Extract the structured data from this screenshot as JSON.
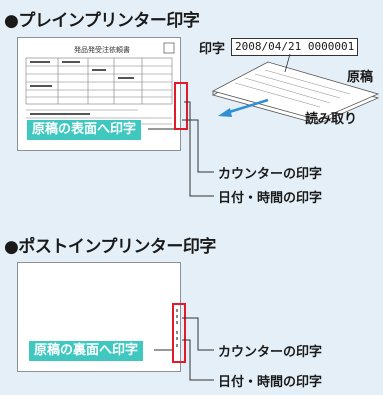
{
  "section_pre": {
    "heading": "●プレインプリンター印字",
    "surface_tag": "原稿の表面へ印字",
    "counter_callout": "カウンターの印字",
    "datetime_callout": "日付・時間の印字",
    "print_label": "印字",
    "print_sample": "2008/04/21 0000001",
    "original_label": "原稿",
    "scan_label": "読み取り",
    "form_title": "発品発受注依頼書"
  },
  "section_post": {
    "heading": "●ポストインプリンター印字",
    "back_tag": "原稿の裏面へ印字",
    "counter_callout": "カウンターの印字",
    "datetime_callout": "日付・時間の印字"
  },
  "colors": {
    "background": "#e4eff8",
    "tag": "#40c8c0",
    "marker": "#e21a2b",
    "arrow": "#2f8fd0"
  }
}
